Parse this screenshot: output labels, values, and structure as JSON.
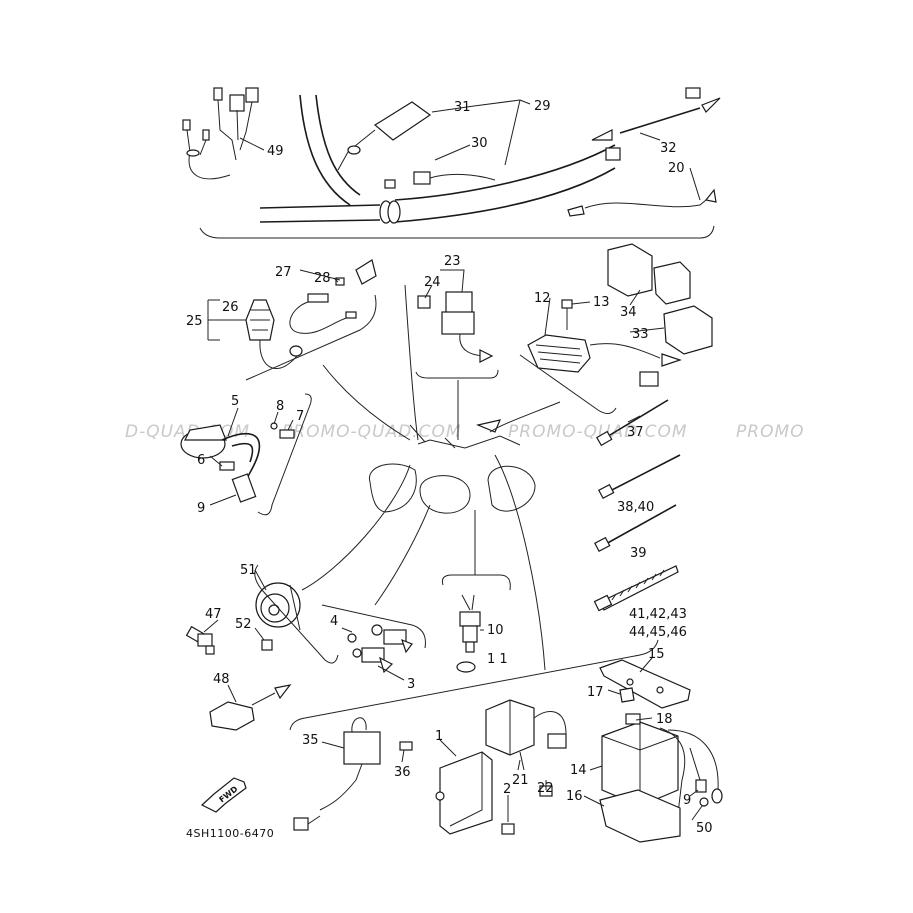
{
  "diagram": {
    "part_code": "4SH1100-6470",
    "watermark": "PROMO-QUAD.COM",
    "watermark_fragments": [
      "D-QUAD.COM",
      "PROMO-QUAD.COM",
      "PROMO-QUAD.COM",
      "PROMO"
    ],
    "direction_label": "FWD",
    "callouts": [
      {
        "id": "c-49",
        "text": "49"
      },
      {
        "id": "c-31",
        "text": "31"
      },
      {
        "id": "c-29",
        "text": "29"
      },
      {
        "id": "c-30",
        "text": "30"
      },
      {
        "id": "c-32",
        "text": "32"
      },
      {
        "id": "c-20",
        "text": "20"
      },
      {
        "id": "c-27",
        "text": "27"
      },
      {
        "id": "c-28",
        "text": "28"
      },
      {
        "id": "c-26",
        "text": "26"
      },
      {
        "id": "c-25",
        "text": "25"
      },
      {
        "id": "c-23",
        "text": "23"
      },
      {
        "id": "c-24",
        "text": "24"
      },
      {
        "id": "c-12",
        "text": "12"
      },
      {
        "id": "c-13",
        "text": "13"
      },
      {
        "id": "c-34",
        "text": "34"
      },
      {
        "id": "c-33",
        "text": "33"
      },
      {
        "id": "c-5",
        "text": "5"
      },
      {
        "id": "c-8",
        "text": "8"
      },
      {
        "id": "c-7",
        "text": "7"
      },
      {
        "id": "c-6",
        "text": "6"
      },
      {
        "id": "c-9a",
        "text": "9"
      },
      {
        "id": "c-37",
        "text": "37"
      },
      {
        "id": "c-3840",
        "text": "38,40"
      },
      {
        "id": "c-39",
        "text": "39"
      },
      {
        "id": "c-414243",
        "text": "41,42,43"
      },
      {
        "id": "c-444546",
        "text": "44,45,46"
      },
      {
        "id": "c-51",
        "text": "51"
      },
      {
        "id": "c-47",
        "text": "47"
      },
      {
        "id": "c-52",
        "text": "52"
      },
      {
        "id": "c-4",
        "text": "4"
      },
      {
        "id": "c-3",
        "text": "3"
      },
      {
        "id": "c-10",
        "text": "10"
      },
      {
        "id": "c-11",
        "text": "1 1"
      },
      {
        "id": "c-15",
        "text": "15"
      },
      {
        "id": "c-48",
        "text": "48"
      },
      {
        "id": "c-17",
        "text": "17"
      },
      {
        "id": "c-18",
        "text": "18"
      },
      {
        "id": "c-35",
        "text": "35"
      },
      {
        "id": "c-1",
        "text": "1"
      },
      {
        "id": "c-36",
        "text": "36"
      },
      {
        "id": "c-21",
        "text": "21"
      },
      {
        "id": "c-22",
        "text": "22"
      },
      {
        "id": "c-14",
        "text": "14"
      },
      {
        "id": "c-2",
        "text": "2"
      },
      {
        "id": "c-16",
        "text": "16"
      },
      {
        "id": "c-9b",
        "text": "9"
      },
      {
        "id": "c-50",
        "text": "50"
      }
    ]
  }
}
